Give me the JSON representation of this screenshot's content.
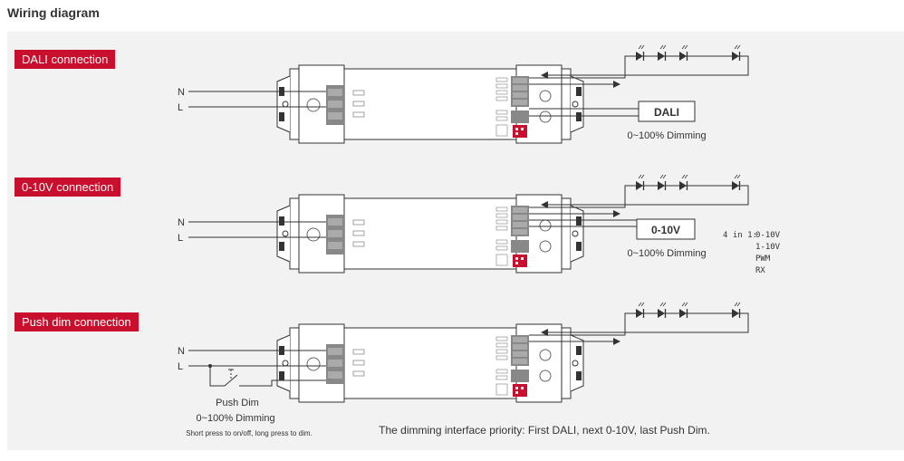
{
  "title": "Wiring diagram",
  "sections": [
    {
      "label": "DALI connection",
      "box_label": "DALI",
      "dimming": "0~100% Dimming"
    },
    {
      "label": "0-10V connection",
      "box_label": "0-10V",
      "dimming": "0~100% Dimming",
      "side_note": {
        "prefix": "4 in 1:",
        "items": [
          "0-10V",
          "1-10V",
          "PWM",
          "RX"
        ]
      }
    },
    {
      "label": "Push dim connection"
    }
  ],
  "terminals": {
    "n": "N",
    "l": "L"
  },
  "push_dim": {
    "title": "Push Dim",
    "dimming": "0~100% Dimming",
    "note": "Short press to on/off, long press to dim."
  },
  "priority_note": "The dimming interface priority: First DALI, next 0-10V, last Push Dim.",
  "colors": {
    "accent": "#c8102e",
    "panel": "#f2f2f2",
    "line": "#333333",
    "driver_body": "#ffffff"
  }
}
